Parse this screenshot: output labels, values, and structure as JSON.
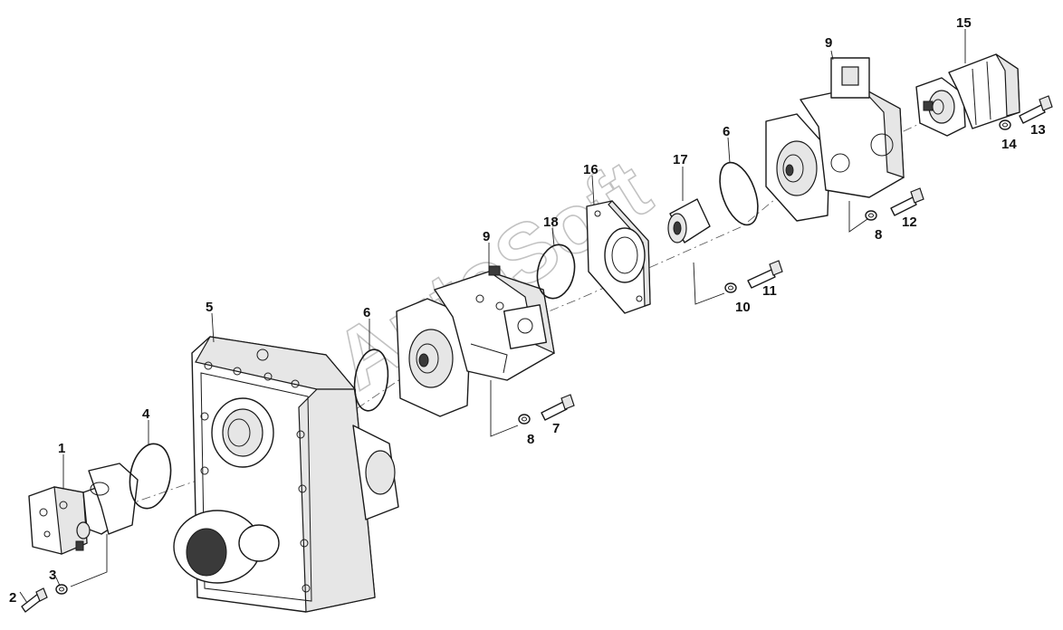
{
  "watermark": "AutoSoft",
  "callouts": {
    "p1": "1",
    "p2": "2",
    "p3": "3",
    "p4": "4",
    "p5": "5",
    "p6a": "6",
    "p6b": "6",
    "p7": "7",
    "p8a": "8",
    "p8b": "8",
    "p9a": "9",
    "p9b": "9",
    "p10": "10",
    "p11": "11",
    "p12": "12",
    "p13": "13",
    "p14": "14",
    "p15": "15",
    "p16": "16",
    "p17": "17",
    "p18": "18"
  }
}
